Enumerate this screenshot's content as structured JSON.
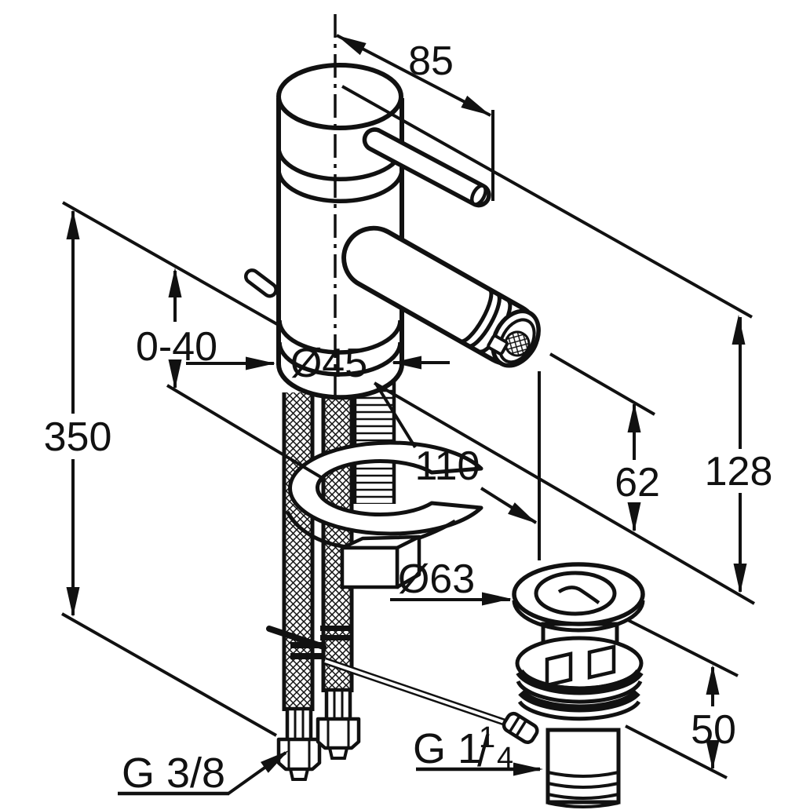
{
  "title": "bidet-mixer-technical-drawing",
  "colors": {
    "line": "#111111",
    "background": "#ffffff"
  },
  "dimensions": {
    "handle_length": "85",
    "deck_thickness_range": "0-40",
    "supply_hose_length": "350",
    "body_diameter": "Ø45",
    "spout_reach": "110",
    "spout_outlet_height": "62",
    "total_height": "128",
    "waste_flange_diameter": "Ø63",
    "waste_body_height": "50",
    "supply_connection_thread": "G 3/8",
    "waste_thread_base": "G 1",
    "waste_thread_numerator": "1",
    "waste_thread_slash": "/",
    "waste_thread_denominator": "4"
  }
}
